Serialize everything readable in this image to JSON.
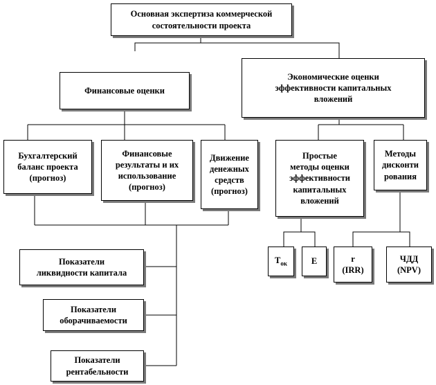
{
  "diagram": {
    "root": "Основная экспертиза коммерческой\nсостоятельности проекта",
    "financial": "Финансовые оценки",
    "economic": "Экономические оценки\nэффективности капитальных\nвложений",
    "balance": "Бухгалтерский\nбаланс проекта\n(прогноз)",
    "fin_results": "Финансовые\nрезультаты и их\nиспользование\n(прогноз)",
    "cash_flow": "Движение\nденежных\nсредств\n(прогноз)",
    "simple_methods": "Простые\nметоды оценки\nэффективности\nкапитальных\nвложений",
    "discount_methods": "Методы\nдисконти\nрования",
    "liquidity": "Показатели\nликвидности капитала",
    "turnover": "Показатели\nоборачиваемости",
    "profitability": "Показатели\nрентабельности",
    "tok": "Т",
    "tok_sub": "ок",
    "e": "Е",
    "irr": "r\n(IRR)",
    "npv": "ЧДД\n(NPV)"
  },
  "colors": {
    "line": "#000000",
    "shadow": "#7a7a7a",
    "box_bg": "#ffffff"
  }
}
